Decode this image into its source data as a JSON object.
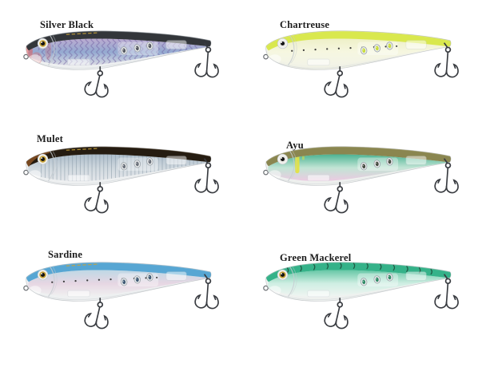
{
  "page": {
    "background": "#ffffff",
    "grid": {
      "rows": 3,
      "cols": 2
    },
    "description_visible_text_only": true
  },
  "shared": {
    "hook": "#383b40",
    "dot": "#2b2b2b",
    "gold": "#c9a33a",
    "outline": "#9aa0a6",
    "label_color": "#1c1c1c"
  },
  "items": [
    {
      "id": "silver-black",
      "label": "Silver Black",
      "features": [
        "scales",
        "redgill",
        "goldback"
      ],
      "colors": {
        "back": "#33363a",
        "back-hi": "#63686e",
        "flank-a": "#b9a8cf",
        "flank-b": "#8fa6cf",
        "flank-c": "#dcdce4",
        "belly": "#eef0f1",
        "iris": "#c9a43b",
        "rivet": "#565a62",
        "pattern": "#6f5fa0",
        "accent": "#e05a5a",
        "stripe": "#1f2226"
      }
    },
    {
      "id": "chartreuse",
      "label": "Chartreuse",
      "features": [
        "dots"
      ],
      "colors": {
        "back": "#d9e84e",
        "back-hi": "#eaf484",
        "flank-a": "#eef0c6",
        "flank-b": "#f6f7e0",
        "flank-c": "#f3f4e8",
        "belly": "#f1f2e6",
        "iris": "#e9e9e3",
        "rivet": "#c9dd3a",
        "pattern": "#caca9a",
        "accent": "#d9e84e",
        "stripe": "#a8b83a"
      }
    },
    {
      "id": "mulet",
      "label": "Mulet",
      "features": [
        "ribs",
        "goldback",
        "brownhead"
      ],
      "colors": {
        "back": "#251c11",
        "back-hi": "#53412a",
        "flank-a": "#a9bac8",
        "flank-b": "#cdd6dd",
        "flank-c": "#e4e7ea",
        "belly": "#eef0f1",
        "iris": "#c9a43b",
        "rivet": "#6a707a",
        "pattern": "#8495a3",
        "accent": "#7c4b21",
        "stripe": "#251c11"
      }
    },
    {
      "id": "ayu",
      "label": "Ayu",
      "features": [
        "yellowbar"
      ],
      "colors": {
        "back": "#8a8650",
        "back-hi": "#a9a468",
        "flank-a": "#44b08d",
        "flank-b": "#bfe4d3",
        "flank-c": "#ecc8e1",
        "belly": "#eef0ee",
        "iris": "#e6e6e0",
        "rivet": "#454b41",
        "pattern": "#44b08d",
        "accent": "#e4e23c",
        "stripe": "#5a5a34"
      }
    },
    {
      "id": "sardine",
      "label": "Sardine",
      "features": [
        "dots",
        "goldback"
      ],
      "colors": {
        "back": "#57a6d3",
        "back-hi": "#8cc4e2",
        "flank-a": "#bcd7e5",
        "flank-b": "#e6d5e2",
        "flank-c": "#f0f1f1",
        "belly": "#eef0f1",
        "iris": "#c9a43b",
        "rivet": "#3f5a74",
        "pattern": "#9db8c8",
        "accent": "#57a6d3",
        "stripe": "#2e6a94"
      }
    },
    {
      "id": "green-mackerel",
      "label": "Green Mackerel",
      "features": [
        "mackerel"
      ],
      "colors": {
        "back": "#35b289",
        "back-hi": "#6ccaa9",
        "flank-a": "#5fc5a2",
        "flank-b": "#cdeee2",
        "flank-c": "#f0f5f2",
        "belly": "#eef1ef",
        "iris": "#c9a43b",
        "rivet": "#2f8a66",
        "pattern": "#35b289",
        "accent": "#35b289",
        "stripe": "#1e4a39"
      }
    }
  ]
}
